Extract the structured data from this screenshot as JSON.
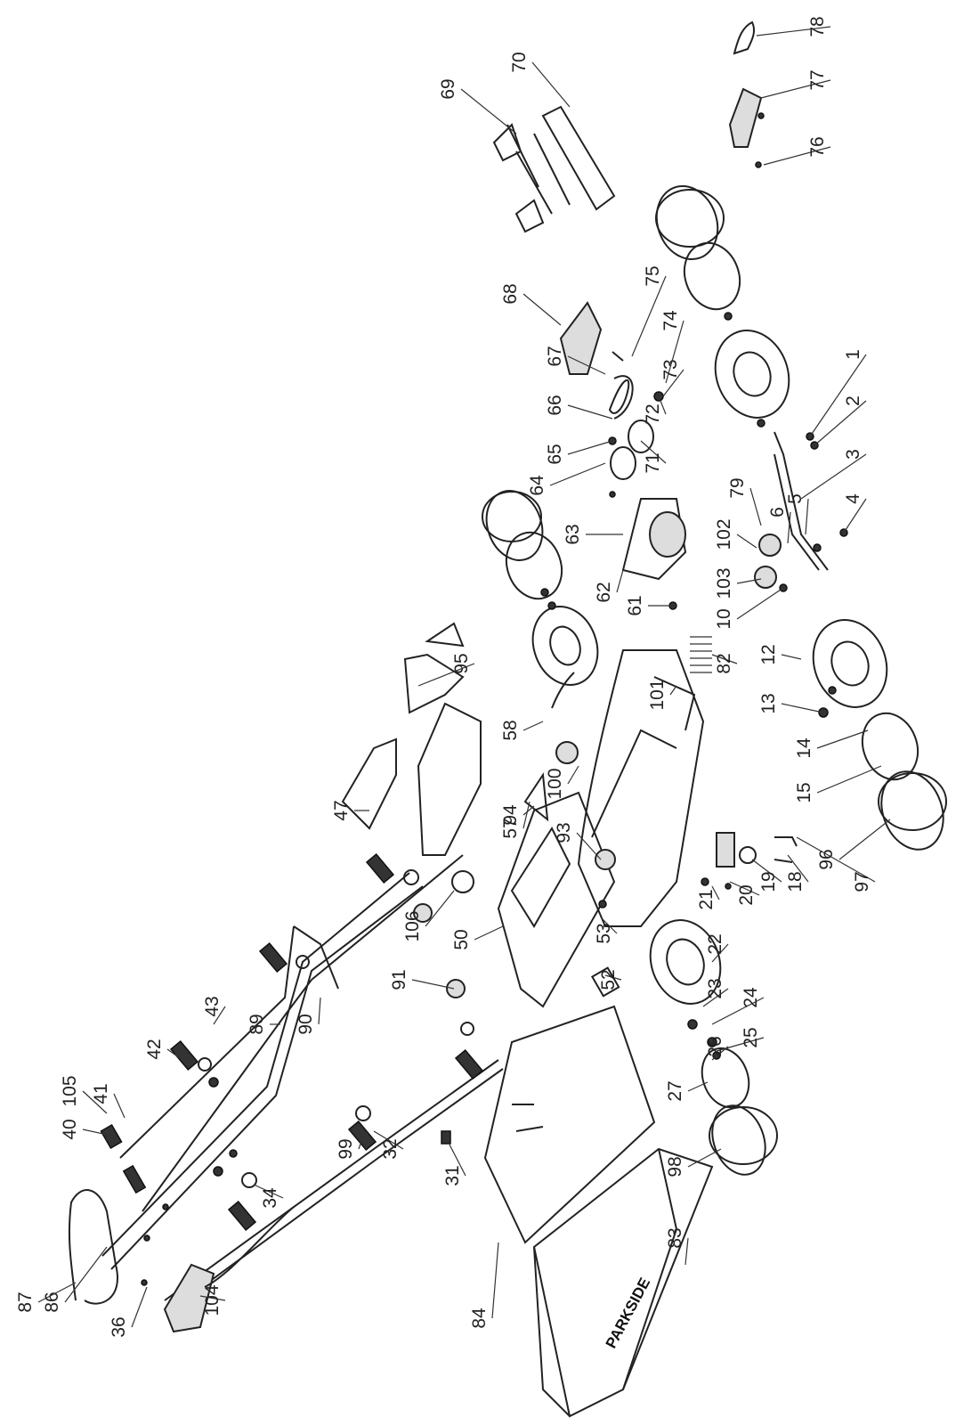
{
  "diagram": {
    "callouts": [
      "1",
      "2",
      "3",
      "4",
      "5",
      "6",
      "10",
      "12",
      "13",
      "14",
      "15",
      "18",
      "19",
      "20",
      "21",
      "22",
      "23",
      "24",
      "25",
      "26",
      "27",
      "31",
      "32",
      "34",
      "36",
      "40",
      "41",
      "42",
      "43",
      "47",
      "50",
      "52",
      "53",
      "57",
      "58",
      "61",
      "62",
      "63",
      "64",
      "65",
      "66",
      "67",
      "68",
      "69",
      "70",
      "71",
      "72",
      "73",
      "74",
      "75",
      "76",
      "77",
      "78",
      "79",
      "82",
      "83",
      "84",
      "86",
      "87",
      "89",
      "90",
      "91",
      "93",
      "94",
      "95",
      "96",
      "97",
      "98",
      "99",
      "100",
      "101",
      "102",
      "103",
      "104",
      "105",
      "106"
    ],
    "brand": "PARKSIDE"
  }
}
